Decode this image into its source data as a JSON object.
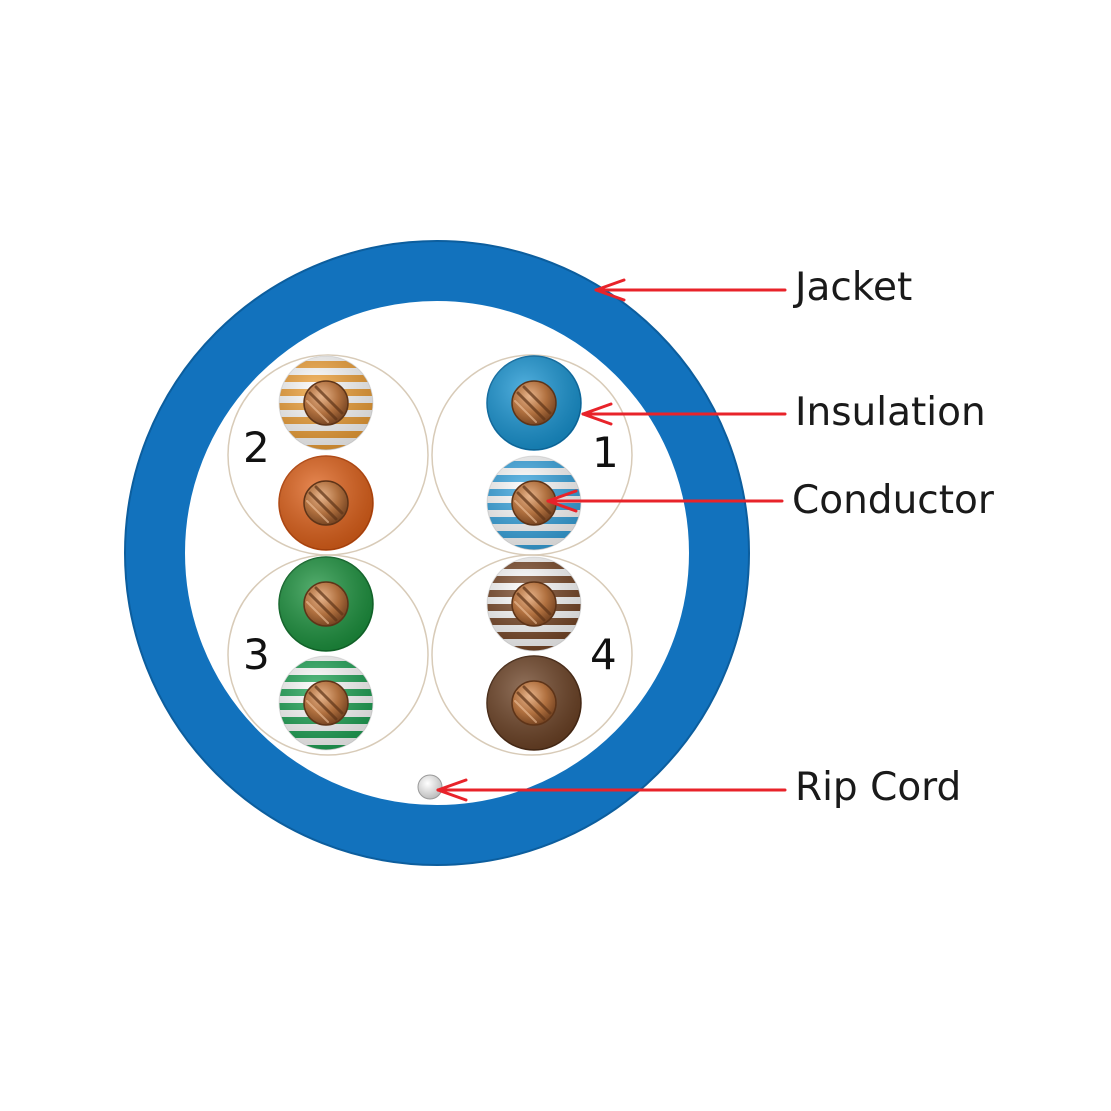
{
  "labels": {
    "jacket": "Jacket",
    "insulation": "Insulation",
    "conductor": "Conductor",
    "rip_cord": "Rip Cord"
  },
  "pairs": [
    {
      "number": "1",
      "solid": "blue",
      "striped": "white-blue"
    },
    {
      "number": "2",
      "solid": "orange",
      "striped": "white-orange"
    },
    {
      "number": "3",
      "solid": "green",
      "striped": "white-green"
    },
    {
      "number": "4",
      "solid": "brown",
      "striped": "white-brown"
    }
  ],
  "colors": {
    "jacket": "#1272bd",
    "blue": "#1a96d4",
    "orange": "#e0621b",
    "green": "#1e9440",
    "brown": "#6e4427",
    "white_blue_stripe": "#3aa6e0",
    "white_orange_stripe": "#f0a23a",
    "white_green_stripe": "#22a558",
    "white_brown_stripe": "#7a4a2a",
    "copper": "#b0703f",
    "arrow": "#e8232a",
    "pair_outline": "#d8cbb8"
  }
}
